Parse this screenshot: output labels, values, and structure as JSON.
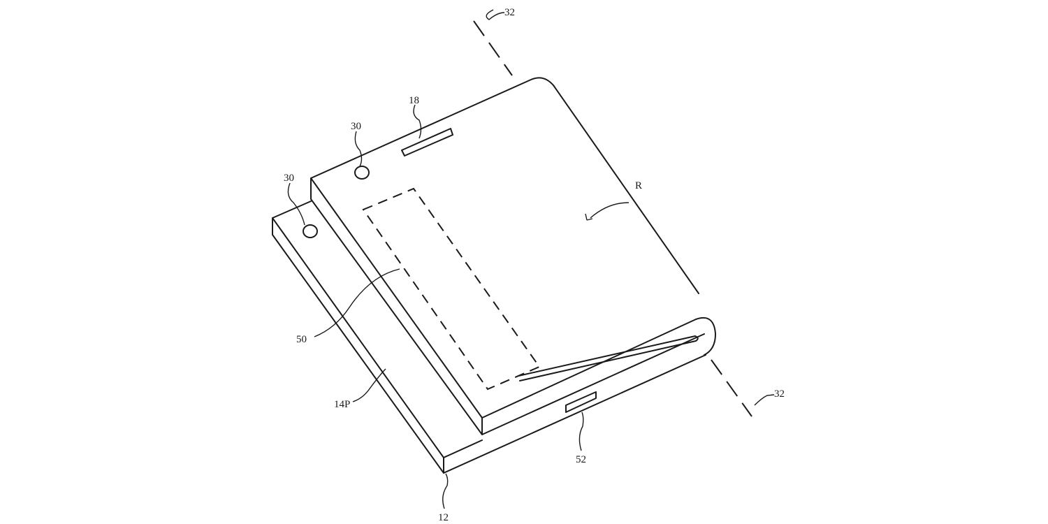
{
  "figure": {
    "labels": {
      "axis_top": "32",
      "axis_bottom": "32",
      "speaker": "18",
      "camera_upper": "30",
      "camera_lower": "30",
      "region": "R",
      "component_outline": "50",
      "panel": "14P",
      "port": "52",
      "housing": "12"
    }
  }
}
